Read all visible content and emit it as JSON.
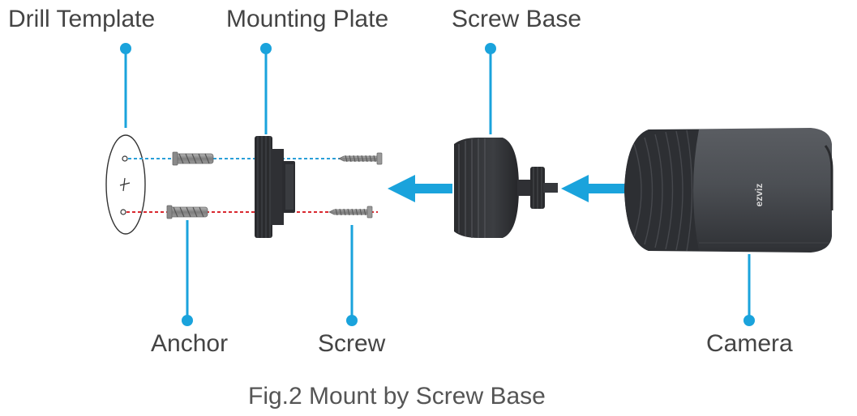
{
  "labels": {
    "drill_template": "Drill Template",
    "mounting_plate": "Mounting Plate",
    "screw_base": "Screw Base",
    "anchor": "Anchor",
    "screw": "Screw",
    "camera": "Camera"
  },
  "caption": "Fig.2 Mount by Screw Base",
  "brand_logo": "ezviz",
  "colors": {
    "callout": "#1aa3dc",
    "arrow": "#1aa3dc",
    "guide_upper": "#2a9fd8",
    "guide_lower": "#d9282f",
    "camera_body": "#4a4d52",
    "camera_front": "#2d2f33",
    "label_text": "#444444"
  },
  "icons": [
    "drill-template-icon",
    "anchor-icon",
    "mounting-plate-icon",
    "screw-icon",
    "screw-base-icon",
    "camera-icon",
    "arrow-left-icon"
  ]
}
